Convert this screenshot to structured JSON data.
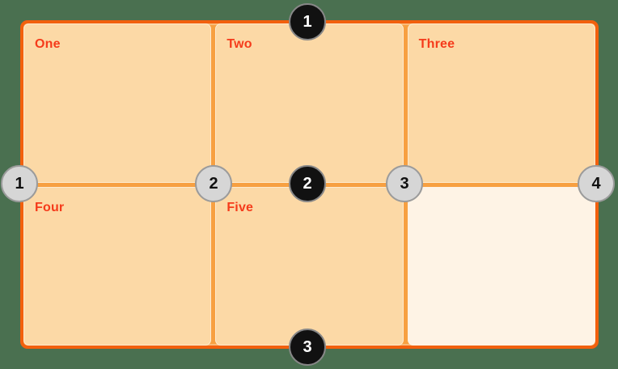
{
  "background_color": "#4A7050",
  "grid": {
    "cells": [
      {
        "label": "One"
      },
      {
        "label": "Two"
      },
      {
        "label": "Three"
      },
      {
        "label": "Four"
      },
      {
        "label": "Five"
      },
      {
        "label": "",
        "empty": true
      }
    ],
    "colors": {
      "container_border": "#F2600D",
      "grid_line": "#F7A041",
      "cell_fill": "#FCD9A6",
      "empty_cell_fill": "#FEF3E5",
      "cell_label_text": "#F53B1B"
    }
  },
  "row_line_badges": {
    "style": {
      "fill": "#111111",
      "border": "#878787",
      "text": "#FFFFFF"
    },
    "items": [
      {
        "number": "1"
      },
      {
        "number": "2"
      },
      {
        "number": "3"
      }
    ]
  },
  "column_line_badges": {
    "style": {
      "fill": "#D6D6D6",
      "border": "#9B9B9B",
      "text": "#111111"
    },
    "items": [
      {
        "number": "1"
      },
      {
        "number": "2"
      },
      {
        "number": "3"
      },
      {
        "number": "4"
      }
    ]
  }
}
